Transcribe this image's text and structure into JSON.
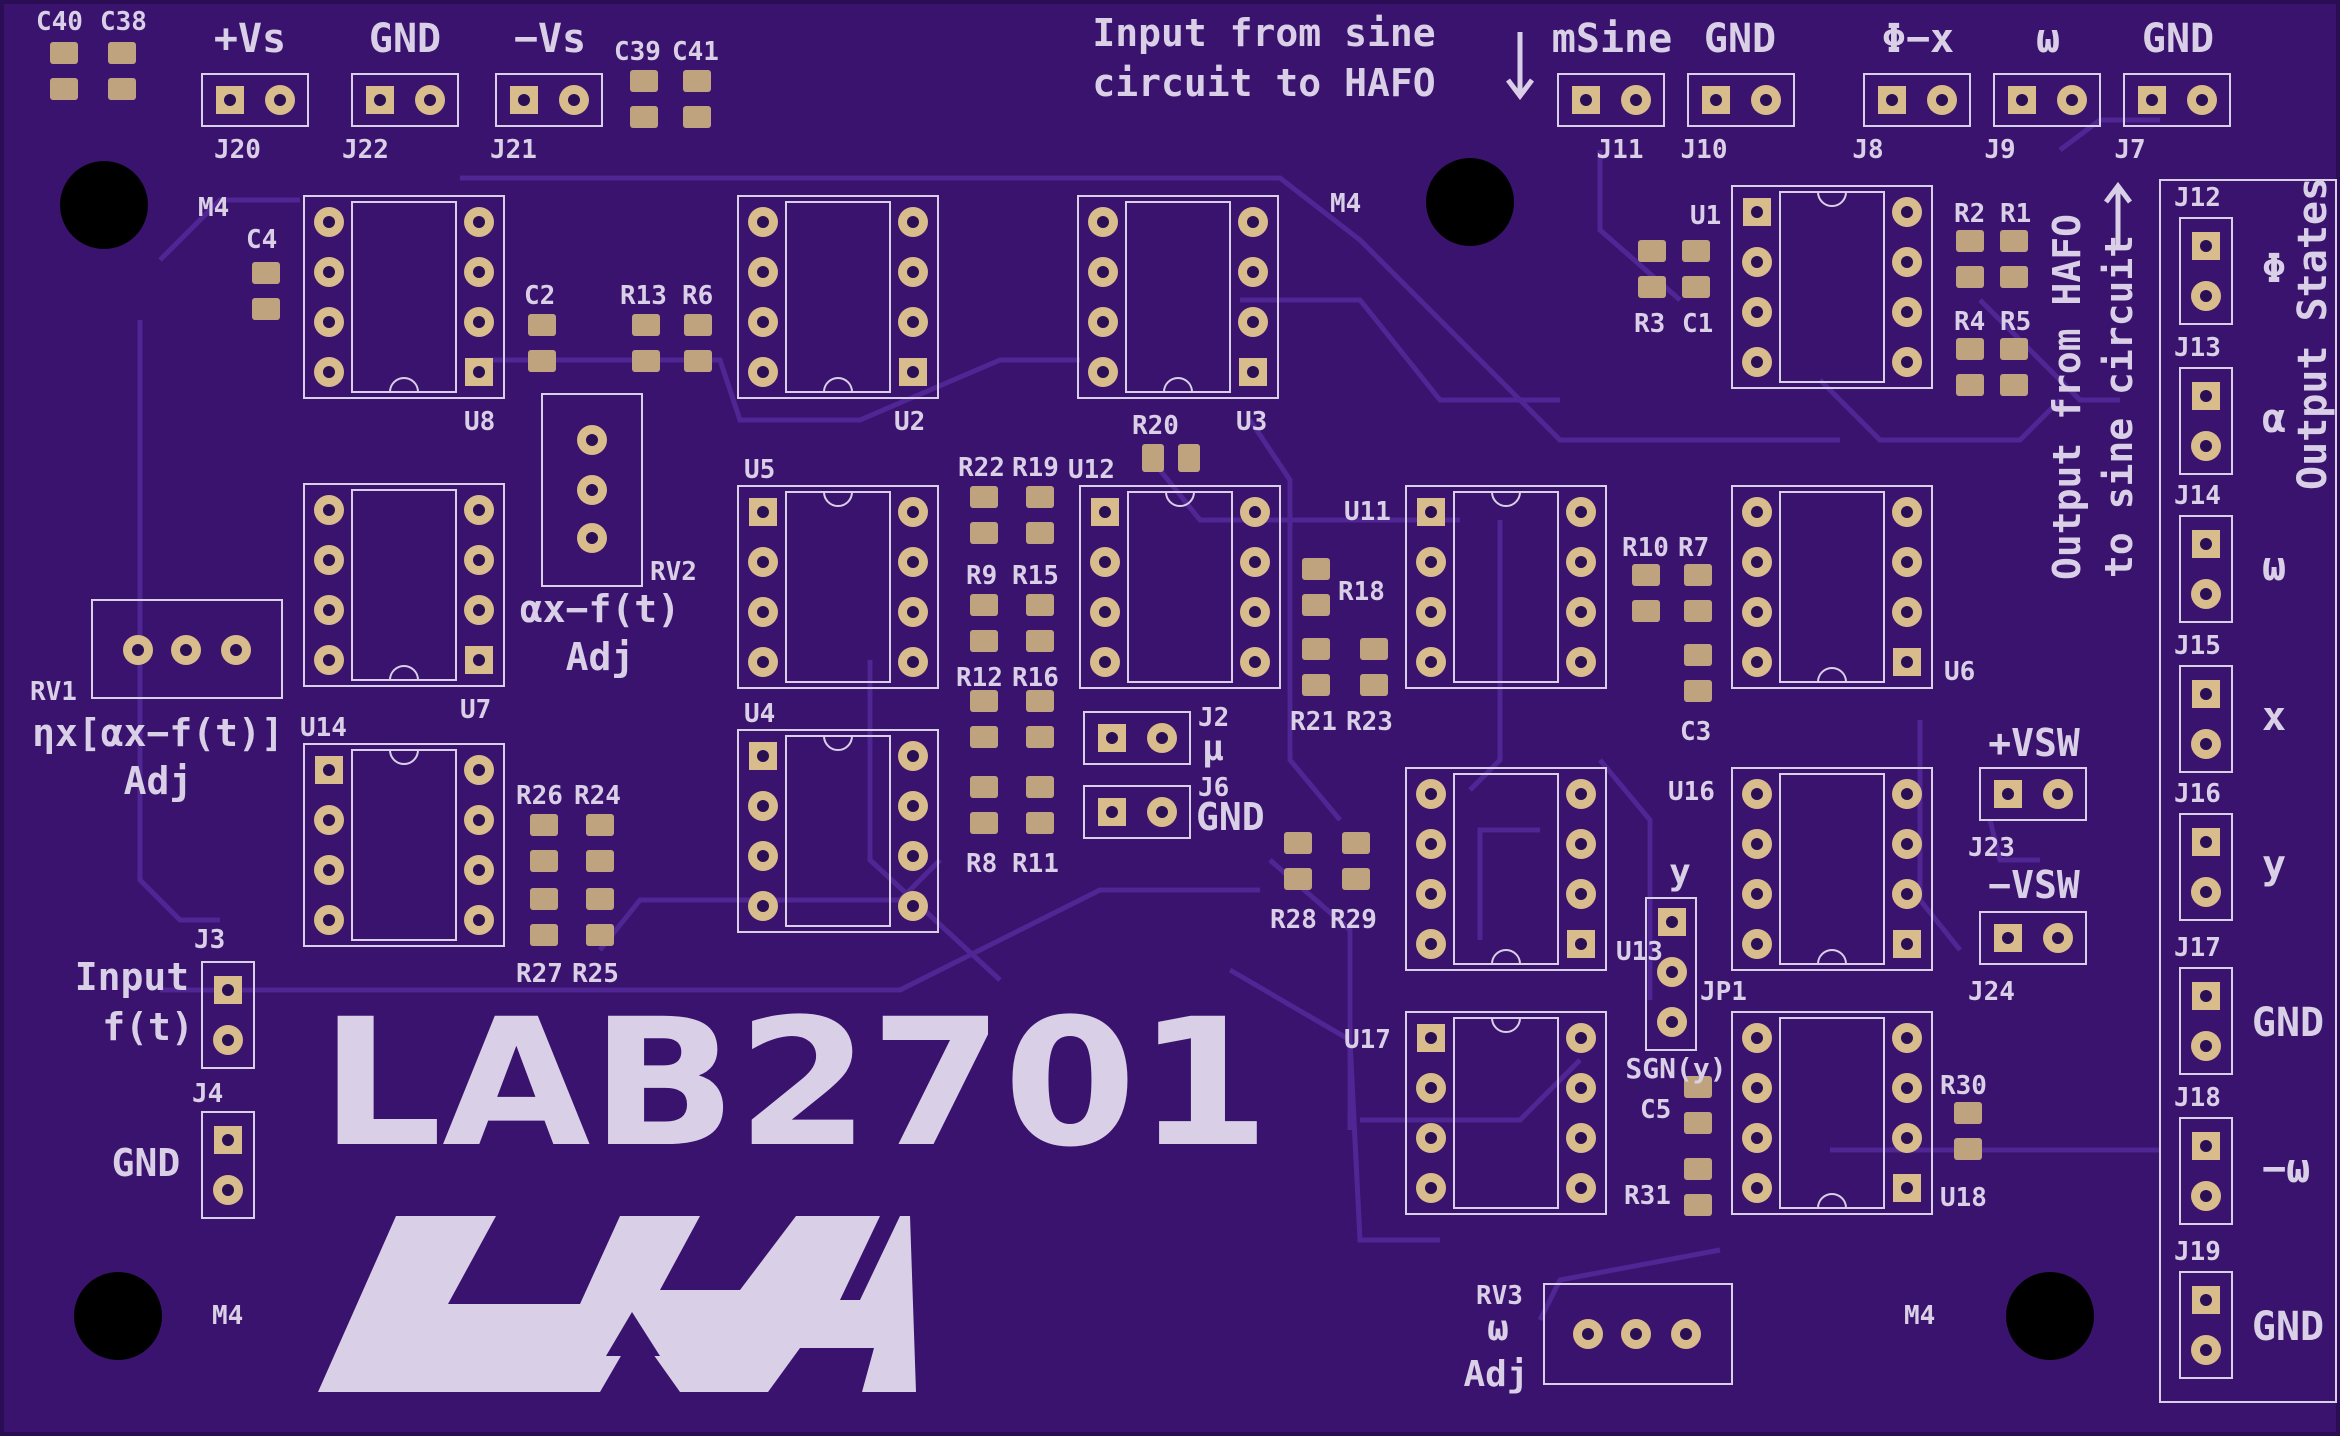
{
  "palette": {
    "board": "#3a136e",
    "trace": "#5a2fa3",
    "silk": "#d9cfe6",
    "pad": "#bfa37f",
    "pin_ring": "#d8bc8c",
    "hole": "#000000"
  },
  "power_headers": [
    {
      "ref": "J20",
      "label": "+Vs"
    },
    {
      "ref": "J22",
      "label": "GND"
    },
    {
      "ref": "J21",
      "label": "−Vs"
    }
  ],
  "top_headers": {
    "note_line1": "Input from sine",
    "note_line2": "circuit to HAFO",
    "msine": "mSine",
    "gnd_a": "GND",
    "phi_x": "Φ−x",
    "omega": "ω",
    "gnd_b": "GND",
    "refs": [
      "J11",
      "J10",
      "J8",
      "J9",
      "J7"
    ]
  },
  "output_states": {
    "title": "Output States",
    "rows": [
      {
        "ref": "J12",
        "label": "Φ"
      },
      {
        "ref": "J13",
        "label": "α"
      },
      {
        "ref": "J14",
        "label": "ω"
      },
      {
        "ref": "J15",
        "label": "x"
      },
      {
        "ref": "J16",
        "label": "y"
      },
      {
        "ref": "J17",
        "label": "GND"
      },
      {
        "ref": "J18",
        "label": "−ω"
      },
      {
        "ref": "J19",
        "label": "GND"
      }
    ]
  },
  "hafo_output_note": {
    "line1": "Output from HAFO",
    "line2": "to sine circuit"
  },
  "chips": [
    "U8",
    "U2",
    "U3",
    "U1",
    "U7",
    "U5",
    "U12",
    "U11",
    "U6",
    "U14",
    "U4",
    "U16",
    "U13",
    "U17",
    "U18"
  ],
  "mounting_label": "M4",
  "pots": {
    "rv1": {
      "ref": "RV1",
      "line1": "ηx[αx−f(t)]",
      "line2": "Adj"
    },
    "rv2": {
      "ref": "RV2",
      "line1": "αx−f(t)",
      "line2": "Adj"
    },
    "rv3": {
      "ref": "RV3",
      "line1": "ω",
      "line2": "Adj"
    }
  },
  "small_headers": {
    "j2": {
      "ref": "J2",
      "label": "μ"
    },
    "j6": {
      "ref": "J6",
      "label": "GND"
    },
    "j23": {
      "ref": "J23",
      "label": "+VSW"
    },
    "j24": {
      "ref": "J24",
      "label": "−VSW"
    },
    "j3": {
      "ref": "J3",
      "line1": "Input",
      "line2": "f(t)"
    },
    "j4": {
      "ref": "J4",
      "label": "GND"
    },
    "jp1": {
      "ref": "JP1",
      "label": "SGN(y)",
      "top": "y"
    }
  },
  "passives": [
    "C40",
    "C38",
    "C39",
    "C41",
    "C4",
    "C2",
    "R13",
    "R6",
    "R20",
    "R22",
    "R19",
    "R9",
    "R15",
    "R12",
    "R16",
    "R8",
    "R11",
    "R18",
    "R21",
    "R23",
    "R10",
    "R7",
    "C3",
    "R2",
    "R1",
    "R3",
    "C1",
    "R4",
    "R5",
    "R26",
    "R24",
    "R27",
    "R25",
    "R28",
    "R29",
    "C5",
    "R31",
    "R30"
  ],
  "branding": {
    "lab": "LAB2701",
    "logo": "UAH"
  }
}
